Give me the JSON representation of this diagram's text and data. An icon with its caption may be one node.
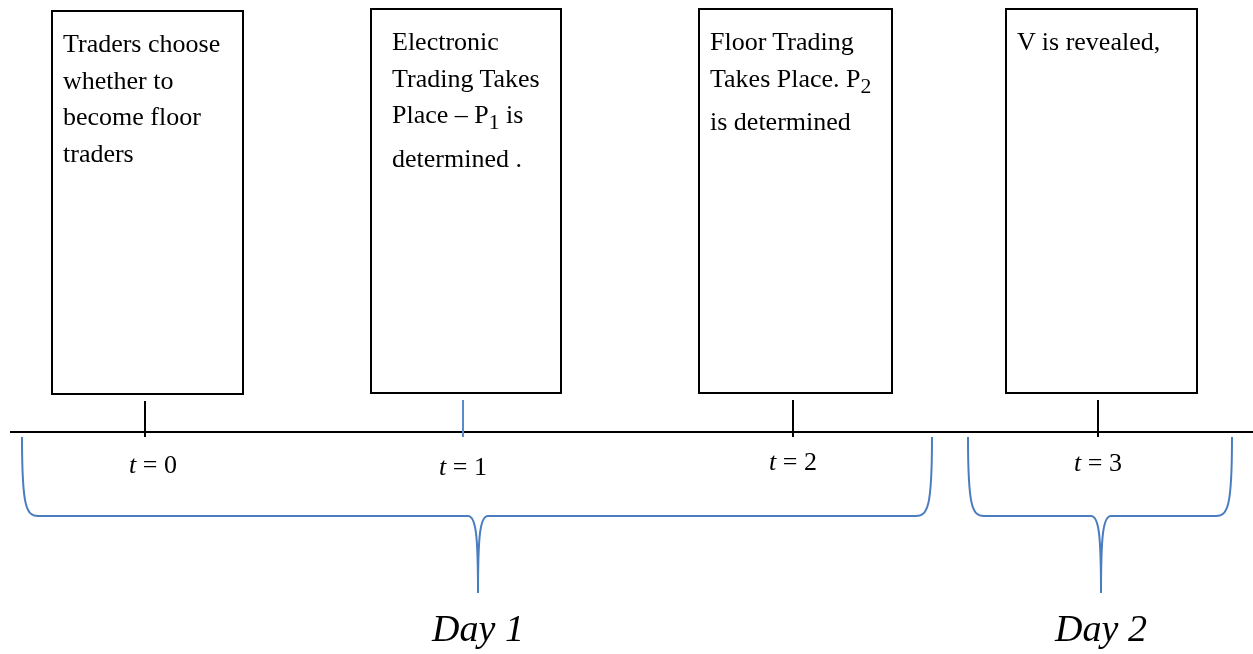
{
  "diagram": {
    "nodes": [
      {
        "text": [
          "Traders choose whether to become floor traders"
        ]
      },
      {
        "text": [
          "Electronic Trading Takes Place – P$_{1}$ is determined ."
        ]
      },
      {
        "text": [
          "Floor Trading Takes Place. P$_{2}$ is determined"
        ]
      },
      {
        "text": [
          "V is revealed,"
        ]
      }
    ],
    "labels": [
      "*t* = 0",
      "*t* = 1",
      "*t* = 2",
      "*t* = 3",
      "Day 1",
      "Day 2"
    ]
  }
}
